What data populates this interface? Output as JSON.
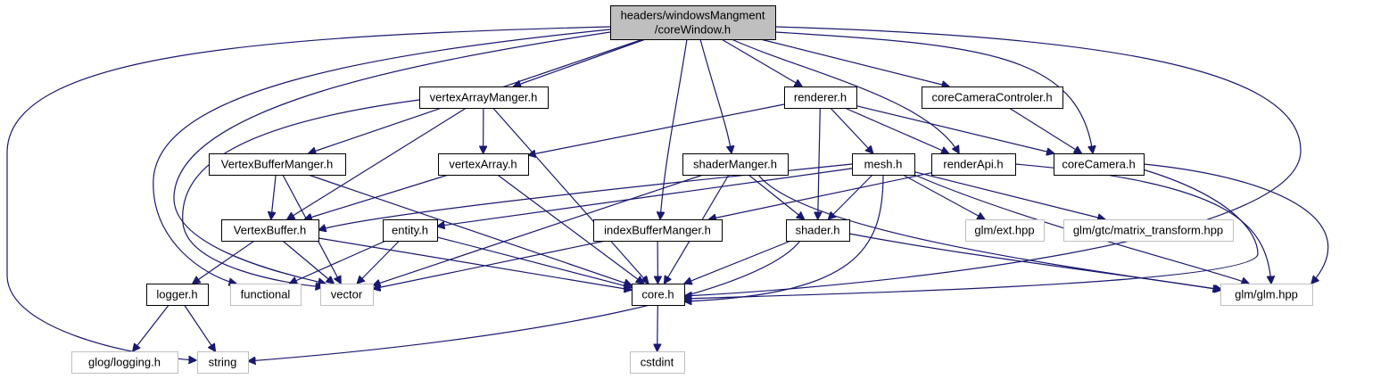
{
  "diagram": {
    "colors": {
      "edge": "#191970",
      "root_fill": "#bfbfbf",
      "node_border": "#000000",
      "external_border": "#bfbfbf",
      "text": "#000000"
    },
    "nodes": [
      {
        "id": "coreWindow",
        "lines": [
          "headers/windowsMangment",
          "/coreWindow.h"
        ],
        "kind": "root"
      },
      {
        "id": "vertexArrayManger",
        "lines": [
          "vertexArrayManger.h"
        ],
        "kind": "local"
      },
      {
        "id": "renderer",
        "lines": [
          "renderer.h"
        ],
        "kind": "local"
      },
      {
        "id": "coreCameraControler",
        "lines": [
          "coreCameraControler.h"
        ],
        "kind": "local"
      },
      {
        "id": "VertexBufferManger",
        "lines": [
          "VertexBufferManger.h"
        ],
        "kind": "local"
      },
      {
        "id": "vertexArray",
        "lines": [
          "vertexArray.h"
        ],
        "kind": "local"
      },
      {
        "id": "shaderManger",
        "lines": [
          "shaderManger.h"
        ],
        "kind": "local"
      },
      {
        "id": "mesh",
        "lines": [
          "mesh.h"
        ],
        "kind": "local"
      },
      {
        "id": "renderApi",
        "lines": [
          "renderApi.h"
        ],
        "kind": "local"
      },
      {
        "id": "coreCamera",
        "lines": [
          "coreCamera.h"
        ],
        "kind": "local"
      },
      {
        "id": "VertexBuffer",
        "lines": [
          "VertexBuffer.h"
        ],
        "kind": "local"
      },
      {
        "id": "entity",
        "lines": [
          "entity.h"
        ],
        "kind": "local"
      },
      {
        "id": "indexBufferManger",
        "lines": [
          "indexBufferManger.h"
        ],
        "kind": "local"
      },
      {
        "id": "shader",
        "lines": [
          "shader.h"
        ],
        "kind": "local"
      },
      {
        "id": "glmext",
        "lines": [
          "glm/ext.hpp"
        ],
        "kind": "external"
      },
      {
        "id": "glmgtc",
        "lines": [
          "glm/gtc/matrix_transform.hpp"
        ],
        "kind": "external"
      },
      {
        "id": "logger",
        "lines": [
          "logger.h"
        ],
        "kind": "local"
      },
      {
        "id": "functional",
        "lines": [
          "functional"
        ],
        "kind": "external"
      },
      {
        "id": "vector",
        "lines": [
          "vector"
        ],
        "kind": "external"
      },
      {
        "id": "core",
        "lines": [
          "core.h"
        ],
        "kind": "local"
      },
      {
        "id": "glmglm",
        "lines": [
          "glm/glm.hpp"
        ],
        "kind": "external"
      },
      {
        "id": "glog",
        "lines": [
          "glog/logging.h"
        ],
        "kind": "external"
      },
      {
        "id": "string",
        "lines": [
          "string"
        ],
        "kind": "external"
      },
      {
        "id": "cstdint",
        "lines": [
          "cstdint"
        ],
        "kind": "external"
      }
    ],
    "edges": [
      [
        "coreWindow",
        "string"
      ],
      [
        "coreWindow",
        "functional"
      ],
      [
        "coreWindow",
        "vector"
      ],
      [
        "coreWindow",
        "VertexBufferManger"
      ],
      [
        "coreWindow",
        "vertexArrayManger"
      ],
      [
        "coreWindow",
        "indexBufferManger"
      ],
      [
        "coreWindow",
        "shaderManger"
      ],
      [
        "coreWindow",
        "renderer"
      ],
      [
        "coreWindow",
        "renderApi"
      ],
      [
        "coreWindow",
        "coreCameraControler"
      ],
      [
        "coreWindow",
        "coreCamera"
      ],
      [
        "coreWindow",
        "core"
      ],
      [
        "vertexArrayManger",
        "vertexArray"
      ],
      [
        "vertexArrayManger",
        "VertexBuffer"
      ],
      [
        "vertexArrayManger",
        "vector"
      ],
      [
        "vertexArrayManger",
        "core"
      ],
      [
        "renderer",
        "vertexArray"
      ],
      [
        "renderer",
        "mesh"
      ],
      [
        "renderer",
        "renderApi"
      ],
      [
        "renderer",
        "shader"
      ],
      [
        "renderer",
        "coreCamera"
      ],
      [
        "coreCameraControler",
        "coreCamera"
      ],
      [
        "VertexBufferManger",
        "VertexBuffer"
      ],
      [
        "VertexBufferManger",
        "vector"
      ],
      [
        "VertexBufferManger",
        "core"
      ],
      [
        "vertexArray",
        "VertexBuffer"
      ],
      [
        "vertexArray",
        "core"
      ],
      [
        "shaderManger",
        "shader"
      ],
      [
        "shaderManger",
        "vector"
      ],
      [
        "shaderManger",
        "core"
      ],
      [
        "shaderManger",
        "glmglm"
      ],
      [
        "mesh",
        "VertexBuffer"
      ],
      [
        "mesh",
        "entity"
      ],
      [
        "mesh",
        "shader"
      ],
      [
        "mesh",
        "glmext"
      ],
      [
        "mesh",
        "glmgtc"
      ],
      [
        "mesh",
        "glmglm"
      ],
      [
        "mesh",
        "core"
      ],
      [
        "renderApi",
        "indexBufferManger"
      ],
      [
        "renderApi",
        "glmglm"
      ],
      [
        "coreCamera",
        "glmglm"
      ],
      [
        "coreCamera",
        "core"
      ],
      [
        "VertexBuffer",
        "logger"
      ],
      [
        "VertexBuffer",
        "vector"
      ],
      [
        "VertexBuffer",
        "core"
      ],
      [
        "entity",
        "functional"
      ],
      [
        "entity",
        "vector"
      ],
      [
        "entity",
        "core"
      ],
      [
        "indexBufferManger",
        "vector"
      ],
      [
        "indexBufferManger",
        "core"
      ],
      [
        "shader",
        "string"
      ],
      [
        "shader",
        "core"
      ],
      [
        "shader",
        "glmglm"
      ],
      [
        "logger",
        "glog"
      ],
      [
        "logger",
        "string"
      ],
      [
        "core",
        "cstdint"
      ]
    ]
  }
}
